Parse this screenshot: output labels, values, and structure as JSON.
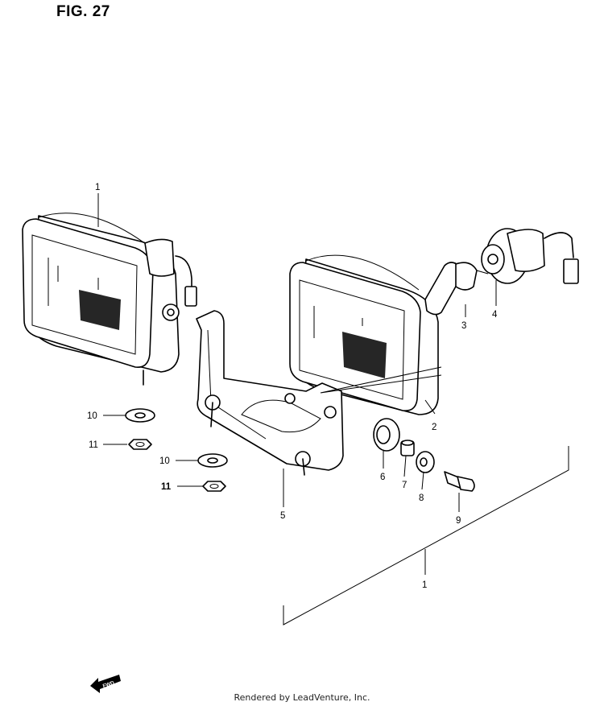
{
  "figure": {
    "title": "FIG. 27"
  },
  "callouts": [
    "1",
    "2",
    "3",
    "4",
    "5",
    "6",
    "7",
    "8",
    "9",
    "10",
    "11",
    "1",
    "10",
    "11"
  ],
  "fwd_label": "FWD",
  "footer": "Rendered by LeadVenture, Inc."
}
